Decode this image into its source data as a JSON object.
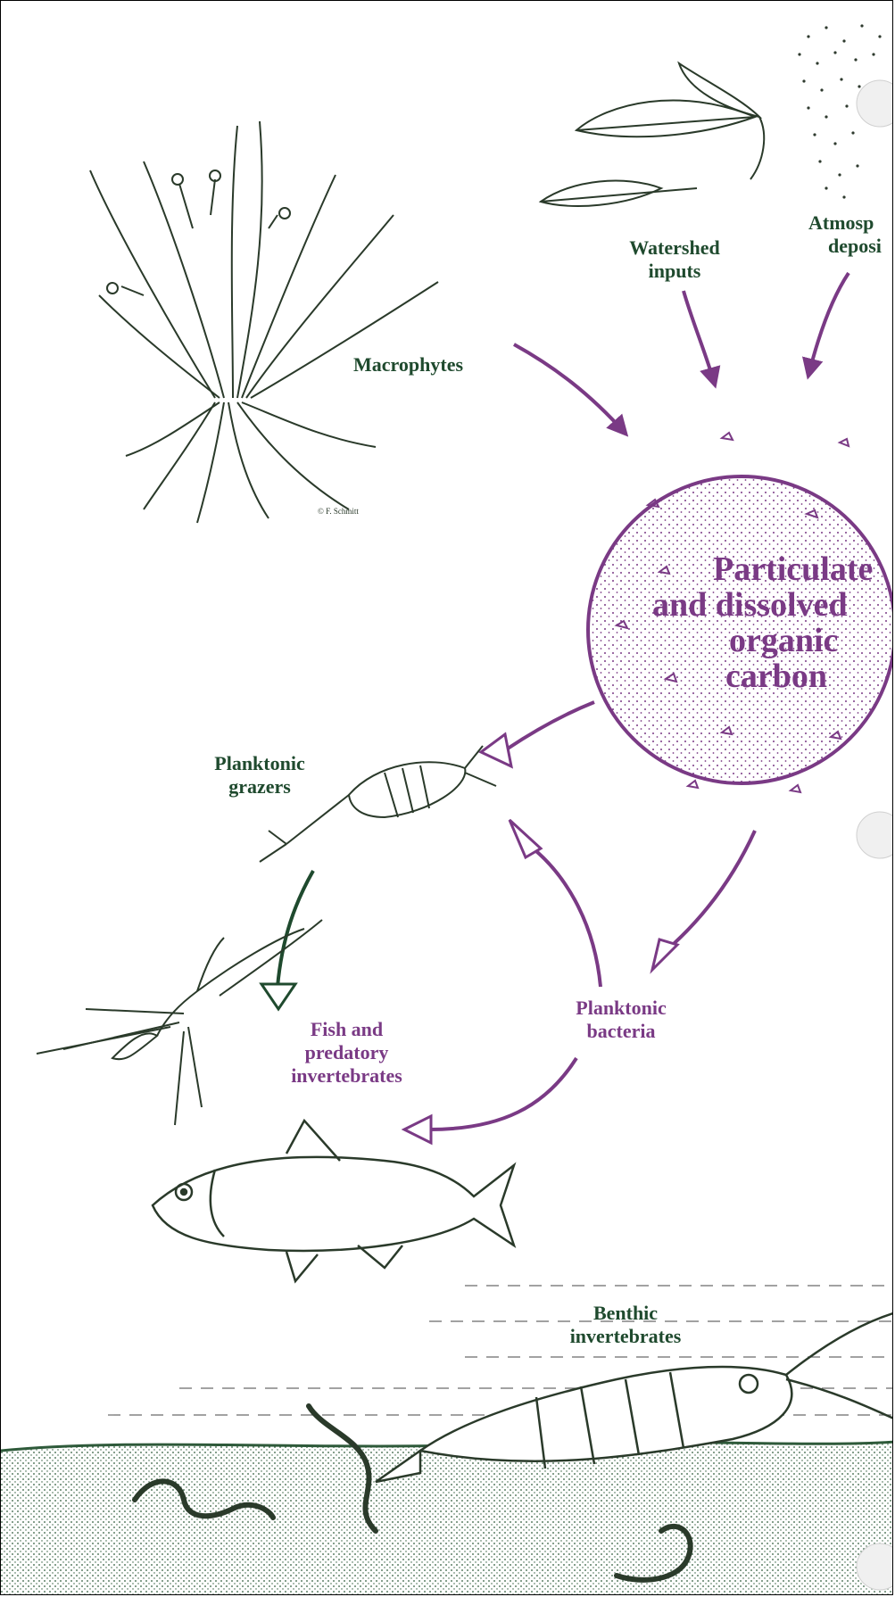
{
  "labels": {
    "macrophytes": "Macrophytes",
    "watershed_inputs": [
      "Watershed",
      "inputs"
    ],
    "atmospheric_deposition": [
      "Atmosp",
      "deposi"
    ],
    "carbon_pool": [
      "Particulate",
      "and dissolved",
      "organic",
      "carbon"
    ],
    "planktonic_grazers": [
      "Planktonic",
      "grazers"
    ],
    "planktonic_bacteria": [
      "Planktonic",
      "bacteria"
    ],
    "fish_predatory": [
      "Fish and",
      "predatory",
      "invertebrates"
    ],
    "benthic_invertebrates": [
      "Benthic",
      "invertebrates"
    ]
  },
  "signature": "© F. Schmitt",
  "colors": {
    "purple": "#7a3a85",
    "green": "#1f4a2e",
    "dark_purple": "#6a2c7a"
  }
}
